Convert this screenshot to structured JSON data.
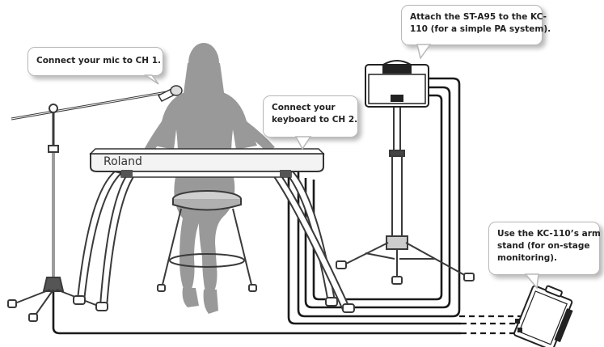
{
  "callouts": {
    "mic": "Connect your mic to CH 1.",
    "keyboard": [
      "Connect your",
      "keyboard to CH 2."
    ],
    "pa": [
      "Attach the ST-A95 to the KC-",
      "110 (for a simple PA system)."
    ],
    "monitor": [
      "Use the KC-110’s arm",
      "stand (for on-stage",
      "monitoring)."
    ]
  },
  "keyboard_brand": "Roland",
  "colors": {
    "silhouette": "#999999",
    "cable": "#1a1a1a",
    "stand": "#3a3a3a",
    "callout_border": "#b8b8b8"
  }
}
